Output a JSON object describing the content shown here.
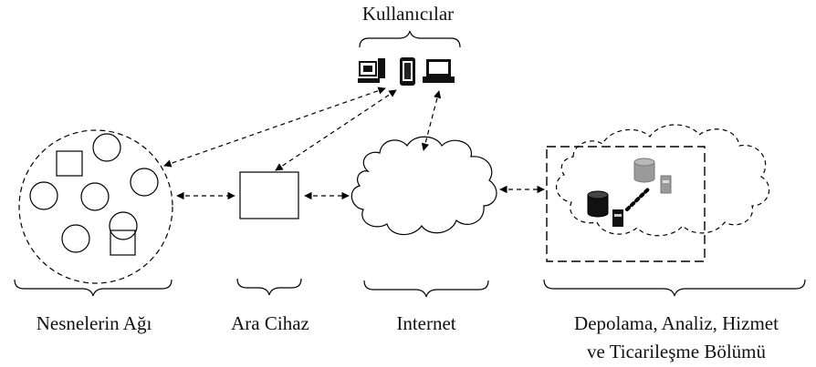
{
  "labels": {
    "users": "Kullanıcılar",
    "things_network": "Nesnelerin Ağı",
    "gateway": "Ara Cihaz",
    "internet": "Internet",
    "storage_line1": "Depolama, Analiz, Hizmet",
    "storage_line2": "ve Ticarileşme Bölümü"
  },
  "colors": {
    "stroke": "#000000",
    "device_dark": "#1a1a1a",
    "db_gray": "#9a9a9a"
  },
  "icons": {
    "user_devices": [
      "desktop-computer-icon",
      "smartphone-icon",
      "laptop-icon"
    ],
    "storage": [
      "database-icon",
      "server-icon"
    ]
  }
}
